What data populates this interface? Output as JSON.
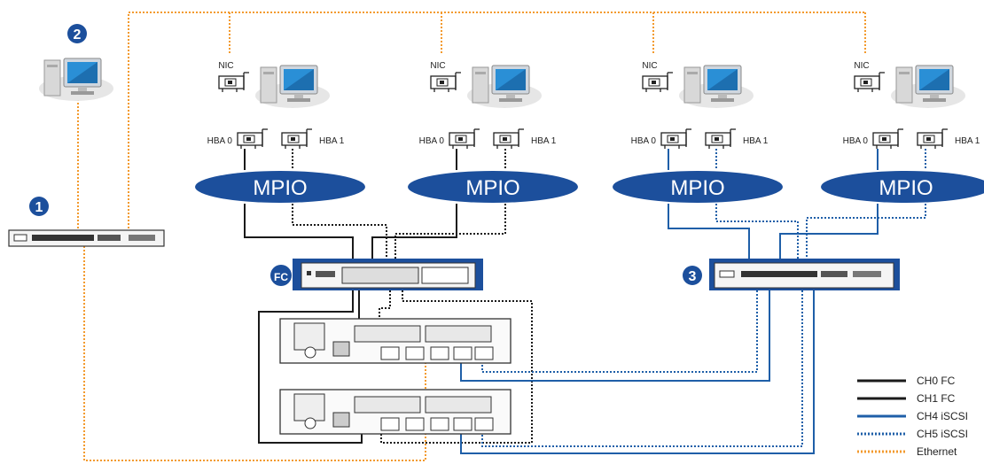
{
  "badges": {
    "switch_ethernet": "1",
    "management_pc": "2",
    "switch_iscsi": "3",
    "switch_fc": "FC"
  },
  "nic_label": "NIC",
  "hosts": [
    {
      "hba0": "HBA 0",
      "hba1": "HBA 1",
      "mpio": "MPIO"
    },
    {
      "hba0": "HBA 0",
      "hba1": "HBA 1",
      "mpio": "MPIO"
    },
    {
      "hba0": "HBA 0",
      "hba1": "HBA 1",
      "mpio": "MPIO"
    },
    {
      "hba0": "HBA 0",
      "hba1": "HBA 1",
      "mpio": "MPIO"
    }
  ],
  "legend": [
    {
      "label": "CH0 FC",
      "style": "solid",
      "color": "#1a1a1a"
    },
    {
      "label": "CH1 FC",
      "style": "solid",
      "color": "#1a1a1a"
    },
    {
      "label": "CH4 iSCSI",
      "style": "solid",
      "color": "#1f5fa8"
    },
    {
      "label": "CH5 iSCSI",
      "style": "dotted",
      "color": "#1f5fa8"
    },
    {
      "label": "Ethernet",
      "style": "dotted",
      "color": "#f39a2d"
    }
  ],
  "colors": {
    "fc": "#1a1a1a",
    "iscsi": "#1f5fa8",
    "ethernet": "#f39a2d",
    "mpio_fill": "#1c4f9c",
    "badge": "#1c4f9c"
  }
}
